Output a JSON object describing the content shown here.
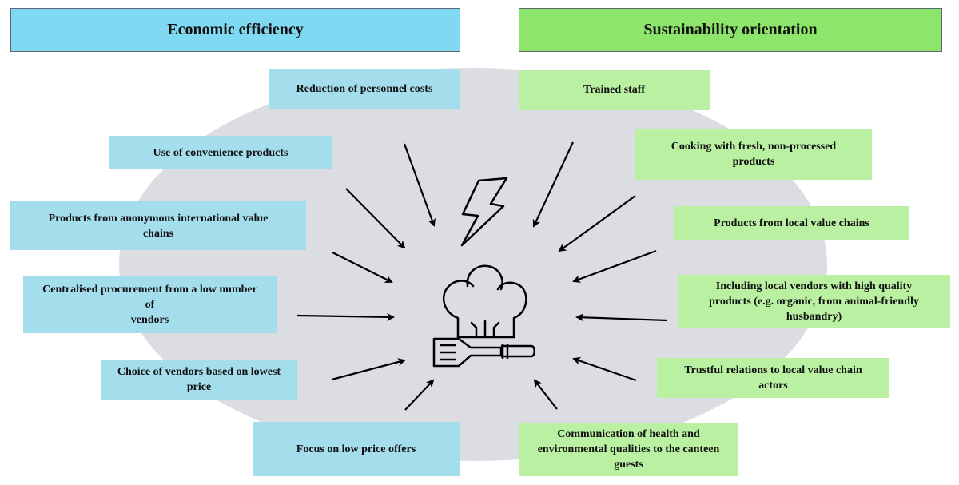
{
  "colors": {
    "economic_header": "#80d9f2",
    "economic_box": "#a4ddec",
    "sustainability_header": "#8de66b",
    "sustainability_box": "#b9f0a2",
    "center_ellipse": "#dcdde2",
    "arrow": "#000000"
  },
  "headers": {
    "economic": "Economic efficiency",
    "sustainability": "Sustainability orientation"
  },
  "economic_factors": [
    "Reduction of personnel costs",
    "Use of convenience products",
    "Products from anonymous international value\nchains",
    "Centralised procurement from a low number\nof\nvendors",
    "Choice of vendors based on lowest\nprice",
    "Focus on low price offers"
  ],
  "sustainability_factors": [
    "Trained staff",
    "Cooking with fresh, non-processed\nproducts",
    "Products from local value chains",
    "Including local vendors with high quality\nproducts (e.g. organic, from animal-friendly\nhusbandry)",
    "Trustful relations to local value chain\nactors",
    "Communication of health and\nenvironmental qualities to the canteen\nguests"
  ],
  "center": {
    "icons": [
      "lightning-bolt-icon",
      "chef-hat-icon",
      "spatula-icon"
    ]
  }
}
